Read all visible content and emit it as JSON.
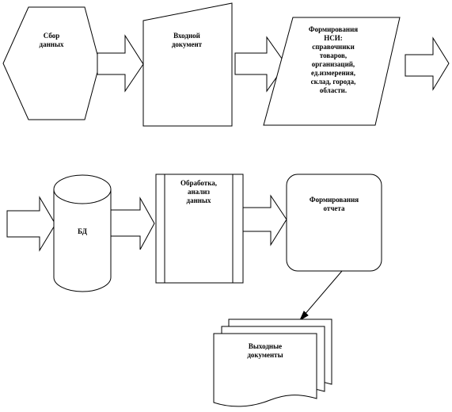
{
  "nodes": {
    "collect": "Сбор\nданных",
    "input_doc": "Входной\nдокумент",
    "nsi": "Формирования\nНСИ:\nсправочники\nтоваров,\nорганизаций,\nед.измерения,\nсклад, города,\nобласти.",
    "db": "БД",
    "processing": "Обработка,\nанализ\nданных",
    "report": "Формирования\nотчета",
    "output_docs": "Выходные\nдокументы"
  }
}
